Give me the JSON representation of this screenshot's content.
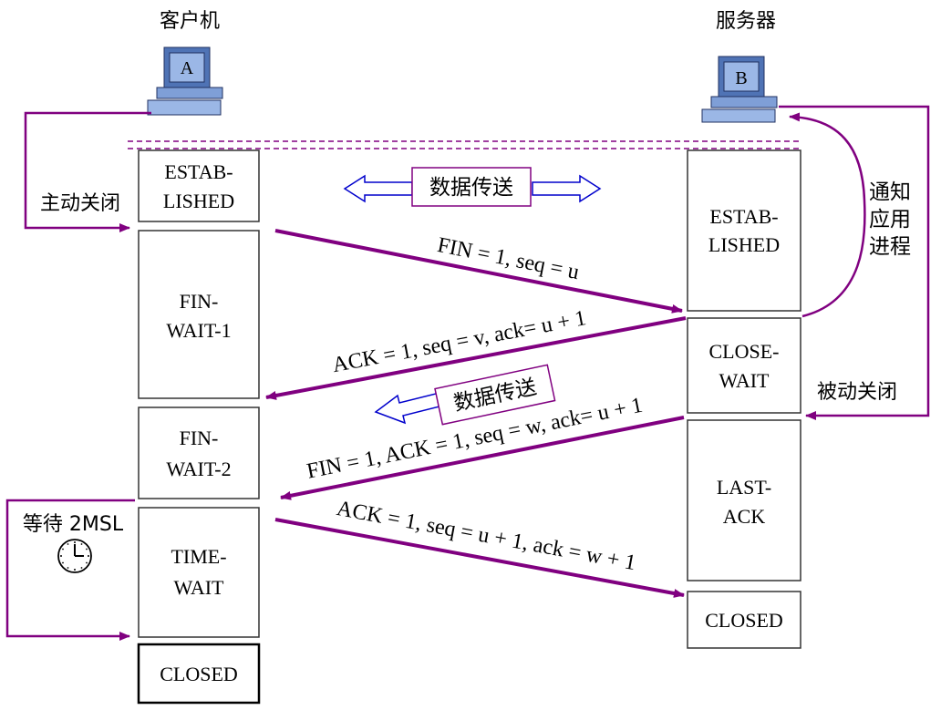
{
  "hosts": {
    "client": {
      "title": "客户机",
      "computer_label": "A"
    },
    "server": {
      "title": "服务器",
      "computer_label": "B"
    }
  },
  "client_states": [
    {
      "line1": "ESTAB-",
      "line2": "LISHED"
    },
    {
      "line1": "FIN-",
      "line2": "WAIT-1"
    },
    {
      "line1": "FIN-",
      "line2": "WAIT-2"
    },
    {
      "line1": "TIME-",
      "line2": "WAIT"
    },
    {
      "line1": "CLOSED",
      "line2": ""
    }
  ],
  "server_states": [
    {
      "line1": "ESTAB-",
      "line2": "LISHED"
    },
    {
      "line1": "CLOSE-",
      "line2": "WAIT"
    },
    {
      "line1": "LAST-",
      "line2": "ACK"
    },
    {
      "line1": "CLOSED",
      "line2": ""
    }
  ],
  "segments": [
    {
      "label": "FIN = 1, seq = u"
    },
    {
      "label": "ACK = 1, seq = v, ack= u + 1"
    },
    {
      "label": "FIN = 1, ACK = 1, seq = w, ack= u + 1"
    },
    {
      "label": "ACK = 1, seq = u + 1, ack = w + 1"
    }
  ],
  "data_transfer_labels": {
    "bidirectional": "数据传送",
    "one_way": "数据传送"
  },
  "annotations": {
    "active_close": "主动关闭",
    "passive_close": "被动关闭",
    "notify_app": [
      "通知",
      "应用",
      "进程"
    ],
    "wait_2msl": "等待 2MSL"
  },
  "colors": {
    "arrow": "#800080",
    "box_border": "#333333",
    "data_arrow": "#0000cc",
    "label_box_border": "#800080",
    "computer_screen": "#5b7fbf",
    "computer_body": "#7f9fd7"
  },
  "icons": {
    "clock": "clock-icon",
    "client_computer": "computer-icon",
    "server_computer": "computer-icon"
  }
}
